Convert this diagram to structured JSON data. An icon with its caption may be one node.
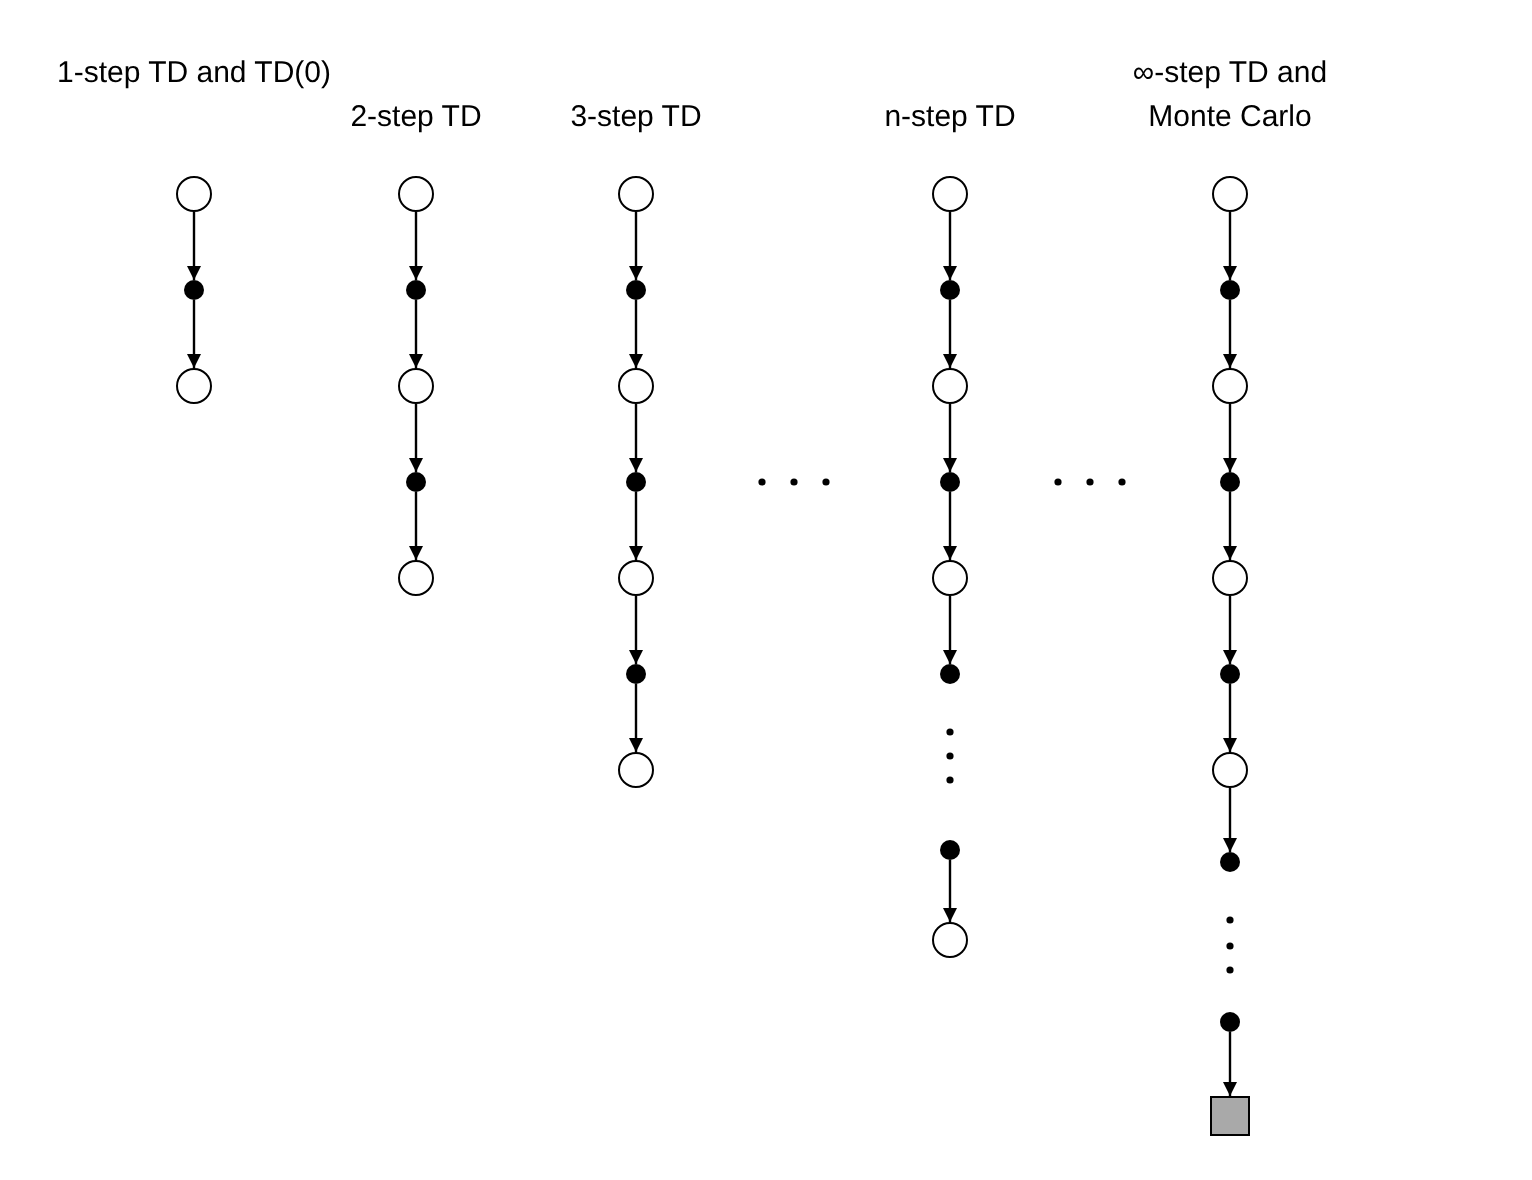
{
  "diagram": {
    "nodes": [
      {
        "text": [],
        "shape": "circle"
      },
      {
        "text": [],
        "shape": "dot"
      },
      {
        "text": [],
        "shape": "circle"
      },
      {
        "text": [],
        "shape": "circle"
      },
      {
        "text": [],
        "shape": "dot"
      },
      {
        "text": [],
        "shape": "circle"
      },
      {
        "text": [],
        "shape": "dot"
      },
      {
        "text": [],
        "shape": "circle"
      },
      {
        "text": [],
        "shape": "circle"
      },
      {
        "text": [],
        "shape": "dot"
      },
      {
        "text": [],
        "shape": "circle"
      },
      {
        "text": [],
        "shape": "dot"
      },
      {
        "text": [],
        "shape": "circle"
      },
      {
        "text": [],
        "shape": "dot"
      },
      {
        "text": [],
        "shape": "circle"
      },
      {
        "text": [],
        "shape": "circle"
      },
      {
        "text": [],
        "shape": "dot"
      },
      {
        "text": [],
        "shape": "circle"
      },
      {
        "text": [],
        "shape": "dot"
      },
      {
        "text": [],
        "shape": "circle"
      },
      {
        "text": [],
        "shape": "dot"
      },
      {
        "text": [],
        "shape": "dot"
      },
      {
        "text": [],
        "shape": "circle"
      },
      {
        "text": [],
        "shape": "circle"
      },
      {
        "text": [],
        "shape": "dot"
      },
      {
        "text": [],
        "shape": "circle"
      },
      {
        "text": [],
        "shape": "dot"
      },
      {
        "text": [],
        "shape": "circle"
      },
      {
        "text": [],
        "shape": "dot"
      },
      {
        "text": [],
        "shape": "circle"
      },
      {
        "text": [],
        "shape": "dot"
      },
      {
        "text": [],
        "shape": "dot"
      },
      {
        "text": [],
        "shape": "box"
      }
    ],
    "edges": [
      {
        "from": 0,
        "to": 1,
        "arrow": "to"
      },
      {
        "from": 1,
        "to": 2,
        "arrow": "to"
      },
      {
        "from": 3,
        "to": 4,
        "arrow": "to"
      },
      {
        "from": 4,
        "to": 5,
        "arrow": "to"
      },
      {
        "from": 5,
        "to": 6,
        "arrow": "to"
      },
      {
        "from": 6,
        "to": 7,
        "arrow": "to"
      },
      {
        "from": 8,
        "to": 9,
        "arrow": "to"
      },
      {
        "from": 9,
        "to": 10,
        "arrow": "to"
      },
      {
        "from": 10,
        "to": 11,
        "arrow": "to"
      },
      {
        "from": 11,
        "to": 12,
        "arrow": "to"
      },
      {
        "from": 12,
        "to": 13,
        "arrow": "to"
      },
      {
        "from": 13,
        "to": 14,
        "arrow": "to"
      },
      {
        "from": 15,
        "to": 16,
        "arrow": "to"
      },
      {
        "from": 16,
        "to": 17,
        "arrow": "to"
      },
      {
        "from": 17,
        "to": 18,
        "arrow": "to"
      },
      {
        "from": 18,
        "to": 19,
        "arrow": "to"
      },
      {
        "from": 19,
        "to": 20,
        "arrow": "to"
      },
      {
        "from": 21,
        "to": 22,
        "arrow": "to"
      },
      {
        "from": 23,
        "to": 24,
        "arrow": "to"
      },
      {
        "from": 24,
        "to": 25,
        "arrow": "to"
      },
      {
        "from": 25,
        "to": 26,
        "arrow": "to"
      },
      {
        "from": 26,
        "to": 27,
        "arrow": "to"
      },
      {
        "from": 27,
        "to": 28,
        "arrow": "to"
      },
      {
        "from": 28,
        "to": 29,
        "arrow": "to"
      },
      {
        "from": 29,
        "to": 30,
        "arrow": "to"
      },
      {
        "from": 31,
        "to": 32,
        "arrow": "to"
      }
    ],
    "labels": [
      "1-step TD and TD(0)",
      "2-step TD",
      "3-step TD",
      "n-step TD",
      "∞-step TD and Monte Carlo"
    ]
  }
}
